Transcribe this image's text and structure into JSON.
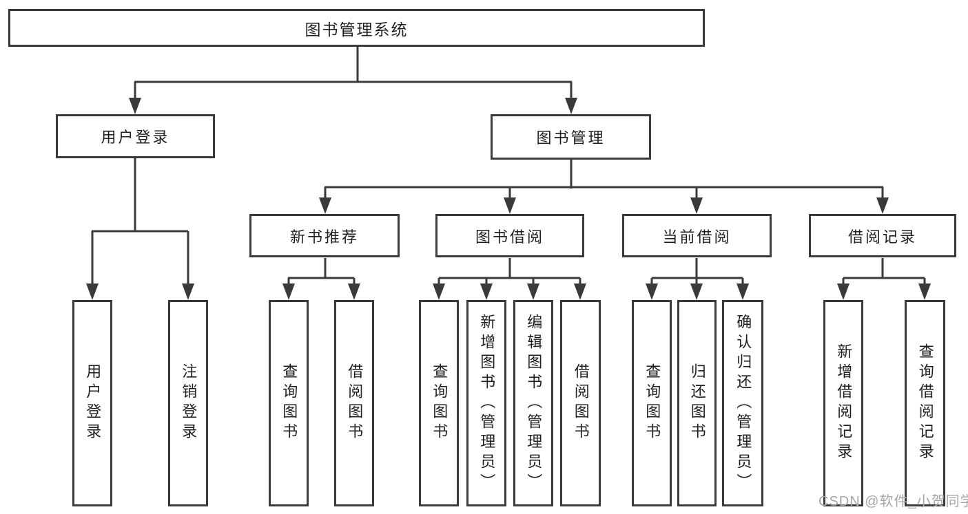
{
  "tree": {
    "root": {
      "label": "图书管理系统"
    },
    "children": [
      {
        "label": "用户登录",
        "children": [
          {
            "label": "用户登录"
          },
          {
            "label": "注销登录"
          }
        ]
      },
      {
        "label": "图书管理",
        "children": [
          {
            "label": "新书推荐",
            "children": [
              {
                "label": "查询图书"
              },
              {
                "label": "借阅图书"
              }
            ]
          },
          {
            "label": "图书借阅",
            "children": [
              {
                "label": "查询图书"
              },
              {
                "label": "新增图书（管理员）"
              },
              {
                "label": "编辑图书（管理员）"
              },
              {
                "label": "借阅图书"
              }
            ]
          },
          {
            "label": "当前借阅",
            "children": [
              {
                "label": "查询图书"
              },
              {
                "label": "归还图书"
              },
              {
                "label": "确认归还（管理员）"
              }
            ]
          },
          {
            "label": "借阅记录",
            "children": [
              {
                "label": "新增借阅记录"
              },
              {
                "label": "查询借阅记录"
              }
            ]
          }
        ]
      }
    ]
  },
  "watermark": "CSDN @软件_小贺同学",
  "colors": {
    "line": "#3a3a3a",
    "text": "#1f1f1f",
    "watermark": "#a6a6a6",
    "background": "#ffffff"
  }
}
